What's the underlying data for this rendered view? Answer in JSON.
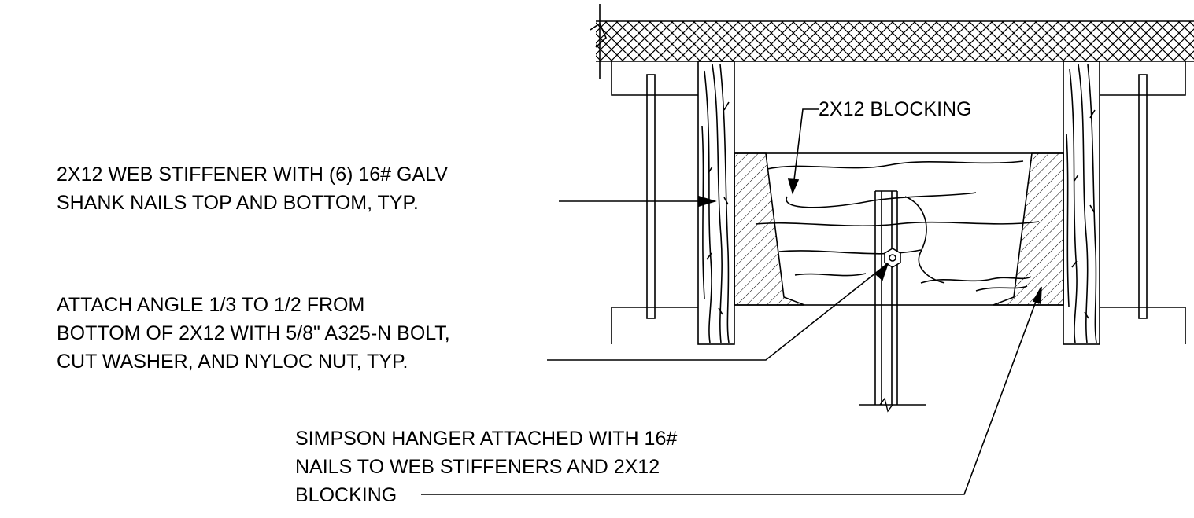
{
  "callouts": {
    "blocking": {
      "lines": [
        "2X12 BLOCKING"
      ]
    },
    "web_stiffener": {
      "lines": [
        "2X12 WEB STIFFENER WITH (6) 16# GALV",
        "SHANK NAILS TOP AND BOTTOM, TYP."
      ]
    },
    "attach_angle": {
      "lines": [
        "ATTACH ANGLE 1/3 TO 1/2 FROM",
        "BOTTOM OF 2X12 WITH 5/8\" A325-N BOLT,",
        "CUT WASHER, AND NYLOC NUT, TYP."
      ]
    },
    "simpson_hanger": {
      "lines": [
        "SIMPSON HANGER ATTACHED WITH 16#",
        "NAILS TO WEB STIFFENERS AND 2X12",
        "BLOCKING"
      ]
    }
  },
  "colors": {
    "line": "#000000",
    "background": "#ffffff"
  }
}
